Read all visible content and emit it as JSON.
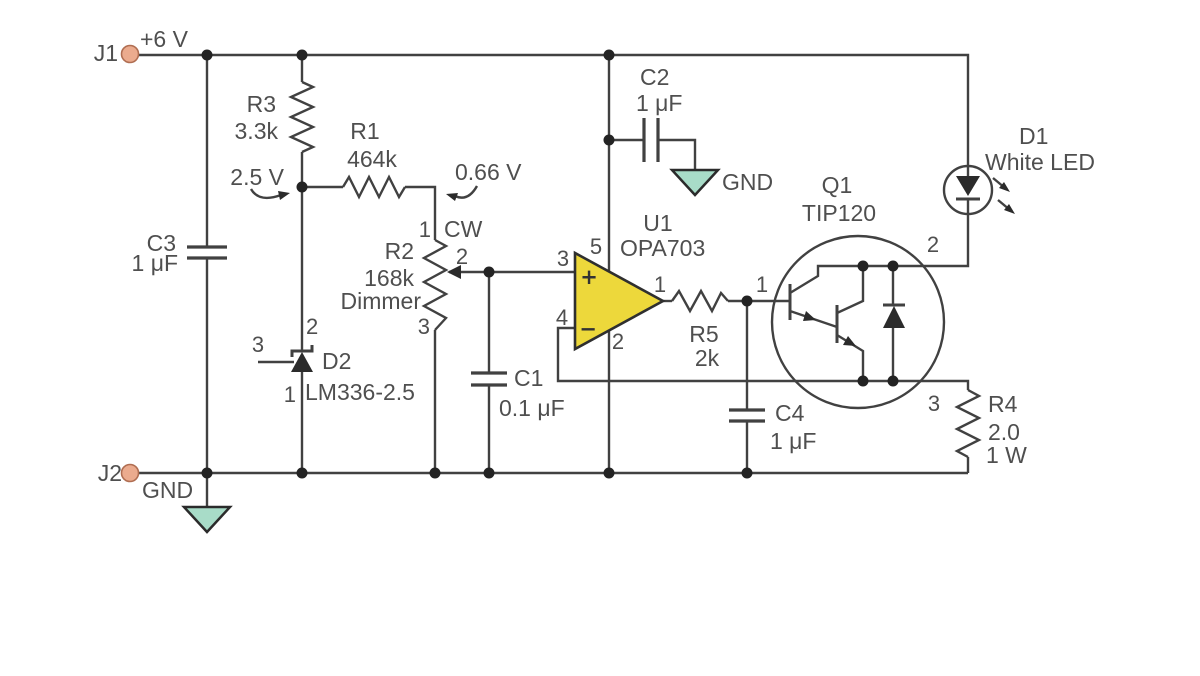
{
  "schematic": {
    "terminals": {
      "j1": "J1",
      "j1_voltage": "+6 V",
      "j2": "J2",
      "j2_net": "GND"
    },
    "nets": {
      "vref": "2.5 V",
      "vset": "0.66 V",
      "gnd_c2": "GND"
    },
    "colors": {
      "wire": "#414141",
      "opamp_fill": "#edd83b",
      "ground_fill": "#a8dcc8",
      "terminal_fill": "#ebab8e"
    },
    "r1": {
      "ref": "R1",
      "value": "464k"
    },
    "r2": {
      "ref": "R2",
      "value": "168k",
      "note": "Dimmer",
      "pin1": "1",
      "pin2": "2",
      "pin3": "3",
      "cw": "CW"
    },
    "r3": {
      "ref": "R3",
      "value": "3.3k"
    },
    "r4": {
      "ref": "R4",
      "value": "2.0",
      "rating": "1 W"
    },
    "r5": {
      "ref": "R5",
      "value": "2k"
    },
    "c1": {
      "ref": "C1",
      "value": "0.1 μF"
    },
    "c2": {
      "ref": "C2",
      "value": "1 μF"
    },
    "c3": {
      "ref": "C3",
      "value": "1 μF"
    },
    "c4": {
      "ref": "C4",
      "value": "1 μF"
    },
    "d1": {
      "ref": "D1",
      "part": "White LED"
    },
    "d2": {
      "ref": "D2",
      "part": "LM336-2.5",
      "pin_anode": "1",
      "pin_cathode": "2",
      "pin_adj": "3"
    },
    "u1": {
      "ref": "U1",
      "part": "OPA703",
      "pin_out": "1",
      "pin_vminus": "2",
      "pin_plus": "3",
      "pin_minus": "4",
      "pin_vplus": "5",
      "plus_sign": "+",
      "minus_sign": "−"
    },
    "q1": {
      "ref": "Q1",
      "part": "TIP120",
      "pin_base": "1",
      "pin_collector": "2",
      "pin_emitter": "3"
    }
  }
}
